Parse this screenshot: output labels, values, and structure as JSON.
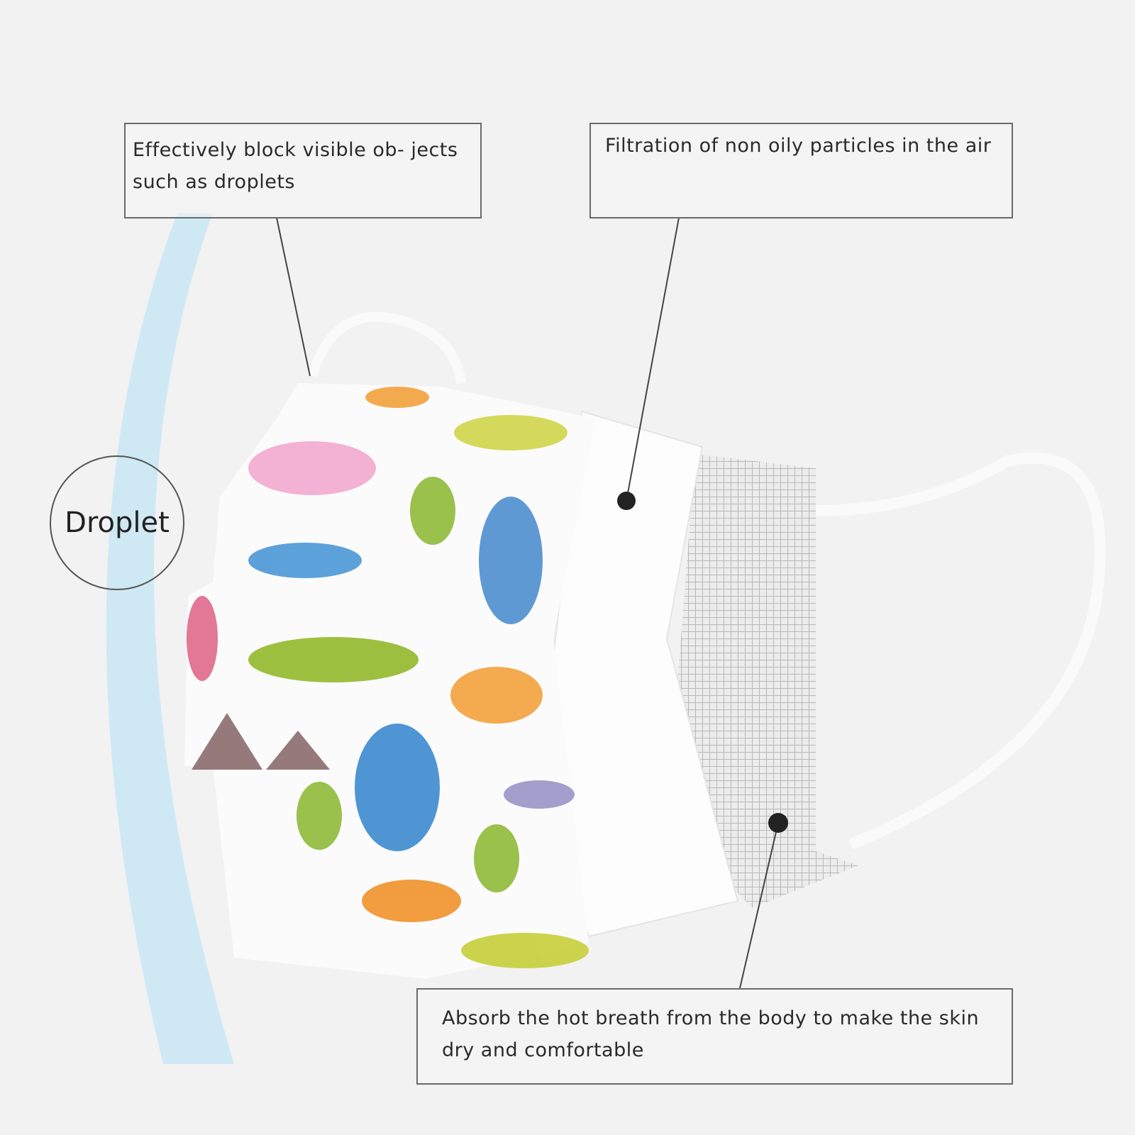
{
  "callouts": {
    "block": "Effectively block visible ob- jects such as droplets",
    "filtration": "Filtration of non oily particles in the air",
    "absorb": "Absorb the hot breath from the body to make the skin dry and comfortable"
  },
  "droplet_label": "Droplet",
  "colors": {
    "background": "#f2f2f2",
    "blue_arc": "#bfe3f3",
    "mesh": "#d6d6d6"
  }
}
